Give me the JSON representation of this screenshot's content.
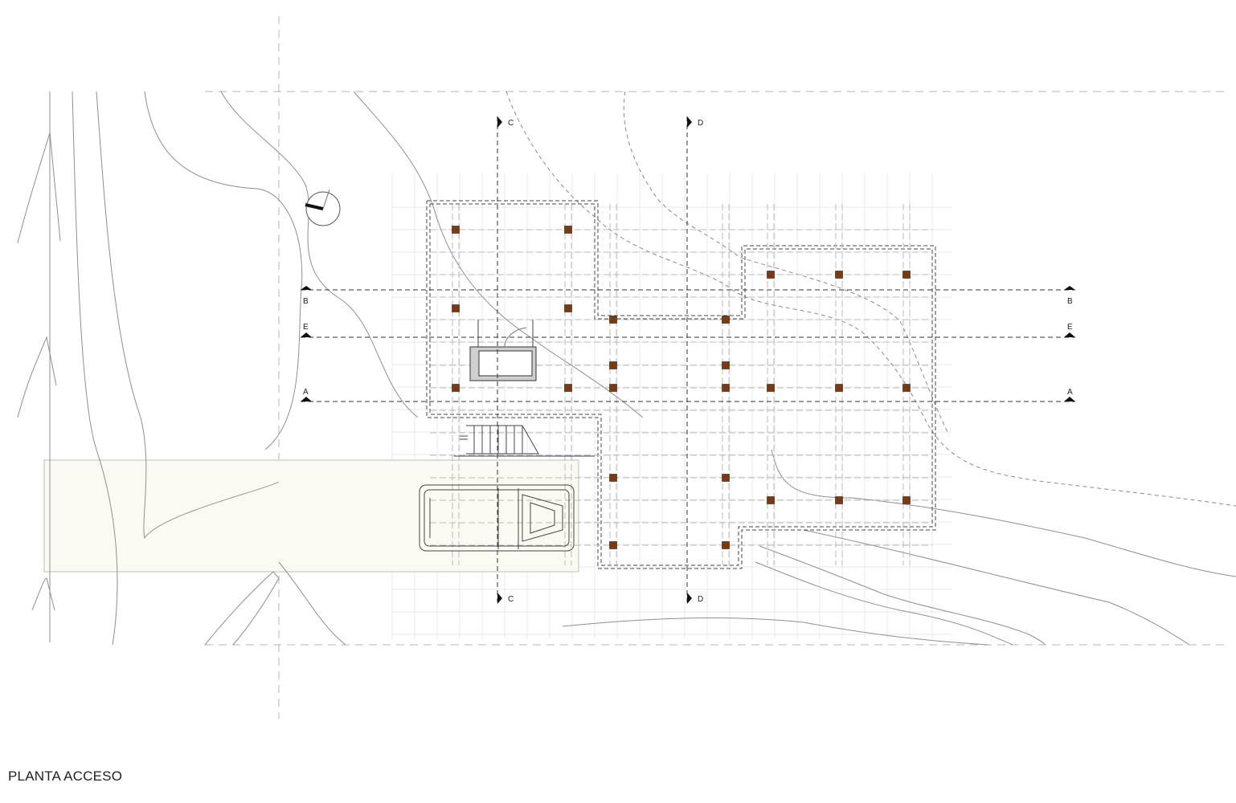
{
  "drawing": {
    "title": "PLANTA ACCESO"
  },
  "section_markers": {
    "A": "A",
    "B": "B",
    "C": "C",
    "D": "D",
    "E": "E"
  },
  "colors": {
    "column": "#7a3a12",
    "line": "#333333",
    "contour": "#8a8a8a",
    "grid": "#e6e6e6"
  }
}
